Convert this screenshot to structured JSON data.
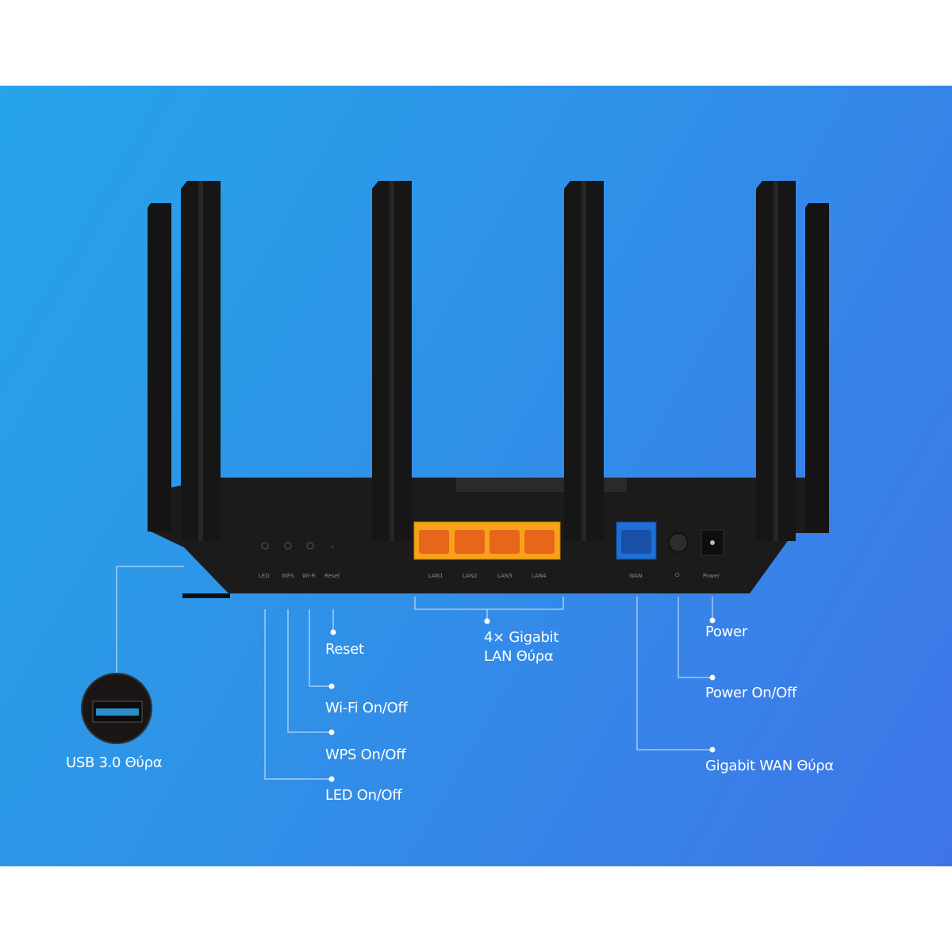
{
  "panel_labels": {
    "led": "LED",
    "wps": "WPS",
    "wifi": "Wi-Fi",
    "reset": "Reset",
    "lan1": "LAN1",
    "lan2": "LAN2",
    "lan3": "LAN3",
    "lan4": "LAN4",
    "wan": "WAN",
    "power_button": "⏻",
    "power": "Power"
  },
  "callouts": {
    "usb": "USB 3.0 Θύρα",
    "reset": "Reset",
    "wifi": "Wi-Fi On/Off",
    "wps": "WPS On/Off",
    "led": "LED On/Off",
    "lan_line1": "4× Gigabit",
    "lan_line2": "LAN Θύρα",
    "power": "Power",
    "power_onoff": "Power On/Off",
    "wan": "Gigabit WAN Θύρα"
  },
  "colors": {
    "lan_ports": "#f7a21b",
    "wan_port": "#1f6fd6",
    "usb_port": "#2a8fc9",
    "router_body": "#1b1b1b"
  }
}
